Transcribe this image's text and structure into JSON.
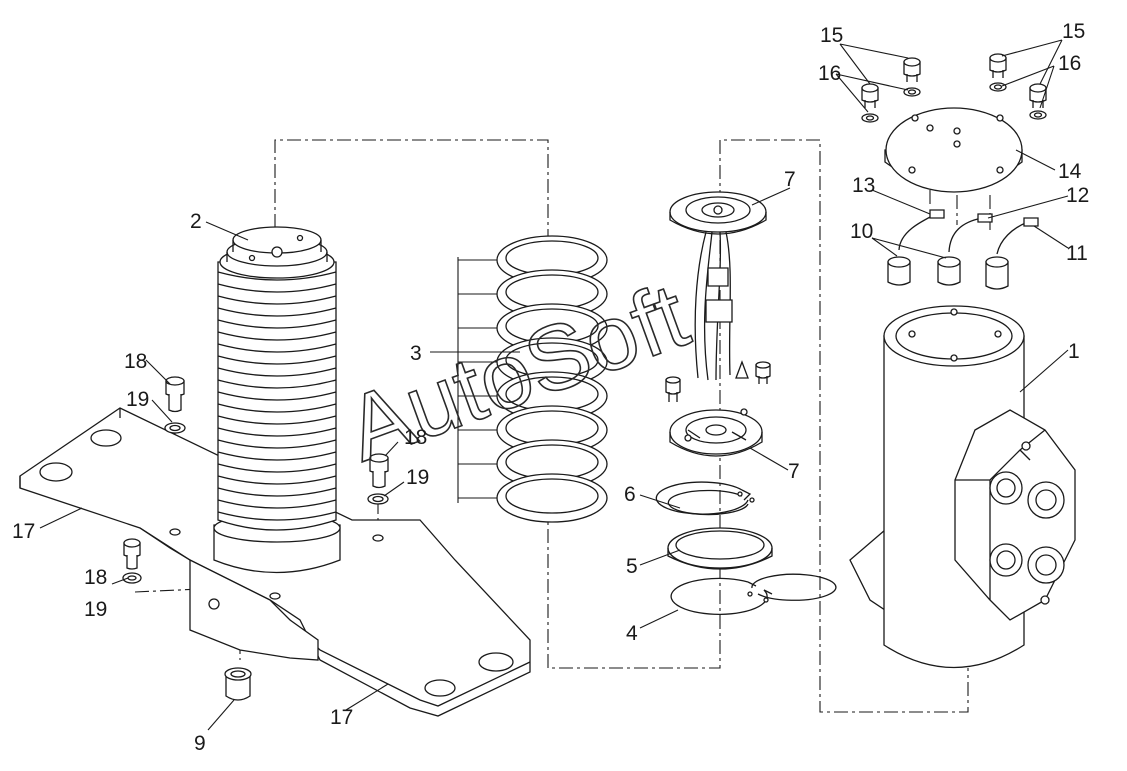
{
  "diagram": {
    "watermark": "AutoSoft",
    "part_labels": [
      "1",
      "2",
      "3",
      "4",
      "5",
      "6",
      "7",
      "7",
      "9",
      "10",
      "11",
      "12",
      "13",
      "14",
      "15",
      "15",
      "16",
      "16",
      "17",
      "17",
      "18",
      "18",
      "18",
      "19",
      "19",
      "19"
    ]
  }
}
